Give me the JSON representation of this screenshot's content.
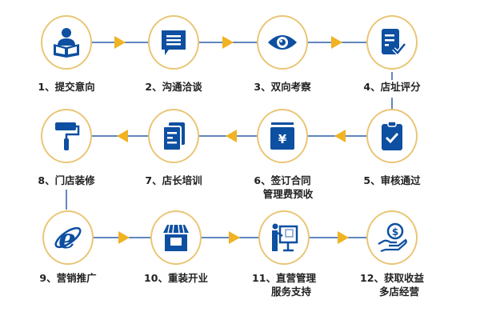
{
  "colors": {
    "line": "#2e5fa8",
    "arrow": "#f0b323",
    "ring": "#e9c676",
    "icon": "#0d4fa0"
  },
  "steps": [
    {
      "label": "1、提交意向",
      "icon": "reading-person-icon"
    },
    {
      "label": "2、沟通洽谈",
      "icon": "chat-bubble-icon"
    },
    {
      "label": "3、双向考察",
      "icon": "eye-icon"
    },
    {
      "label": "4、店址评分",
      "icon": "document-check-icon"
    },
    {
      "label": "5、审核通过",
      "icon": "clipboard-check-icon"
    },
    {
      "label": "6、签订合同",
      "label2": "管理费预收",
      "icon": "yen-box-icon"
    },
    {
      "label": "7、店长培训",
      "icon": "documents-icon"
    },
    {
      "label": "8、门店装修",
      "icon": "paint-roller-icon"
    },
    {
      "label": "9、营销推广",
      "icon": "internet-explorer-icon"
    },
    {
      "label": "10、重装开业",
      "icon": "storefront-icon"
    },
    {
      "label": "11、直营管理",
      "label2": "服务支持",
      "icon": "presenter-board-icon"
    },
    {
      "label": "12、获取收益",
      "label2": "多店经营",
      "icon": "hand-coin-icon"
    }
  ]
}
